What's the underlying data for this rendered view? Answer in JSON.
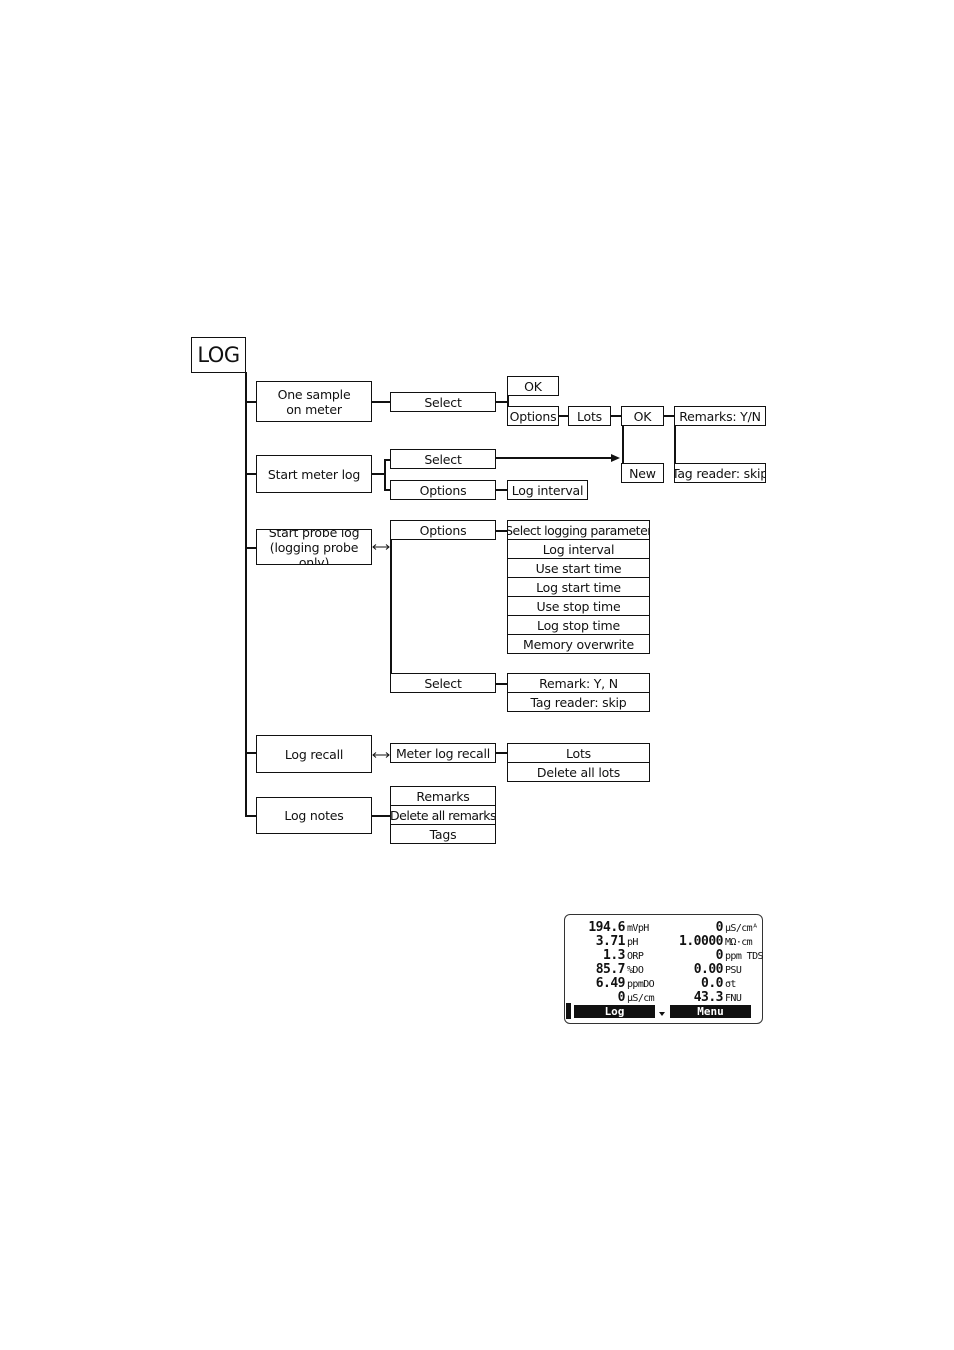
{
  "diagram": {
    "root": "LOG",
    "one_sample": {
      "label": "One sample on meter",
      "select": "Select",
      "ok": "OK",
      "options": "Options",
      "lots": "Lots",
      "lots_ok": "OK",
      "lots_new": "New",
      "remarks": "Remarks: Y/N",
      "tag_reader": "Tag reader: skip"
    },
    "start_meter_log": {
      "label": "Start meter log",
      "select": "Select",
      "options": "Options",
      "log_interval": "Log interval"
    },
    "start_probe_log": {
      "label": "Start probe log (logging probe only)",
      "options": "Options",
      "option_items": [
        "Select logging parameter",
        "Log interval",
        "Use start time",
        "Log start time",
        "Use stop time",
        "Log stop time",
        "Memory overwrite"
      ],
      "select": "Select",
      "select_items": [
        "Remark: Y, N",
        "Tag reader: skip"
      ]
    },
    "log_recall": {
      "label": "Log recall",
      "meter_log_recall": "Meter log recall",
      "items": [
        "Lots",
        "Delete all lots"
      ]
    },
    "log_notes": {
      "label": "Log notes",
      "items": [
        "Remarks",
        "Delete all remarks",
        "Tags"
      ]
    }
  },
  "lcd": {
    "rows": [
      {
        "left": {
          "value": "194.6",
          "unit": "mVpH"
        },
        "right": {
          "value": "0",
          "unit": "µS/cmᴬ"
        }
      },
      {
        "left": {
          "value": "3.71",
          "unit": "pH"
        },
        "right": {
          "value": "1.0000",
          "unit": "MΩ·cm"
        }
      },
      {
        "left": {
          "value": "1.3",
          "unit": "ORP"
        },
        "right": {
          "value": "0",
          "unit": "ppm TDS"
        }
      },
      {
        "left": {
          "value": "85.7",
          "unit": "%DO"
        },
        "right": {
          "value": "0.00",
          "unit": "PSU"
        }
      },
      {
        "left": {
          "value": "6.49",
          "unit": "ppmDO"
        },
        "right": {
          "value": "0.0",
          "unit": "σt"
        }
      },
      {
        "left": {
          "value": "0",
          "unit": "µS/cm"
        },
        "right": {
          "value": "43.3",
          "unit": "FNU"
        }
      }
    ],
    "softkey_left": "Log",
    "softkey_right": "Menu"
  }
}
